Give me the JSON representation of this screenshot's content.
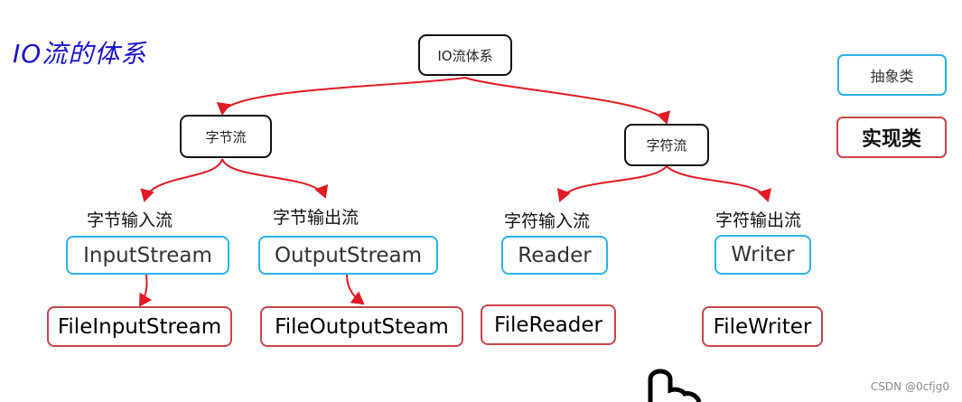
{
  "title": "IO流的体系",
  "root": "IO流体系",
  "byte_stream": "字节流",
  "char_stream": "字符流",
  "legend": {
    "abstract": "抽象类",
    "impl": "实现类"
  },
  "labels": {
    "byte_in": "字节输入流",
    "byte_out": "字节输出流",
    "char_in": "字符输入流",
    "char_out": "字符输出流"
  },
  "abstract_classes": {
    "input_stream": "InputStream",
    "output_stream": "OutputStream",
    "reader": "Reader",
    "writer": "Writer"
  },
  "impl_classes": {
    "file_input_stream": "FileInputStream",
    "file_output_steam": "FileOutputSteam",
    "file_reader": "FileReader",
    "file_writer": "FileWriter"
  },
  "watermark": "CSDN @0cfjg0",
  "colors": {
    "arrow": "#e01b24",
    "abstract_border": "#2bb3e6",
    "impl_border": "#c8444b",
    "title": "#1a12c9"
  }
}
